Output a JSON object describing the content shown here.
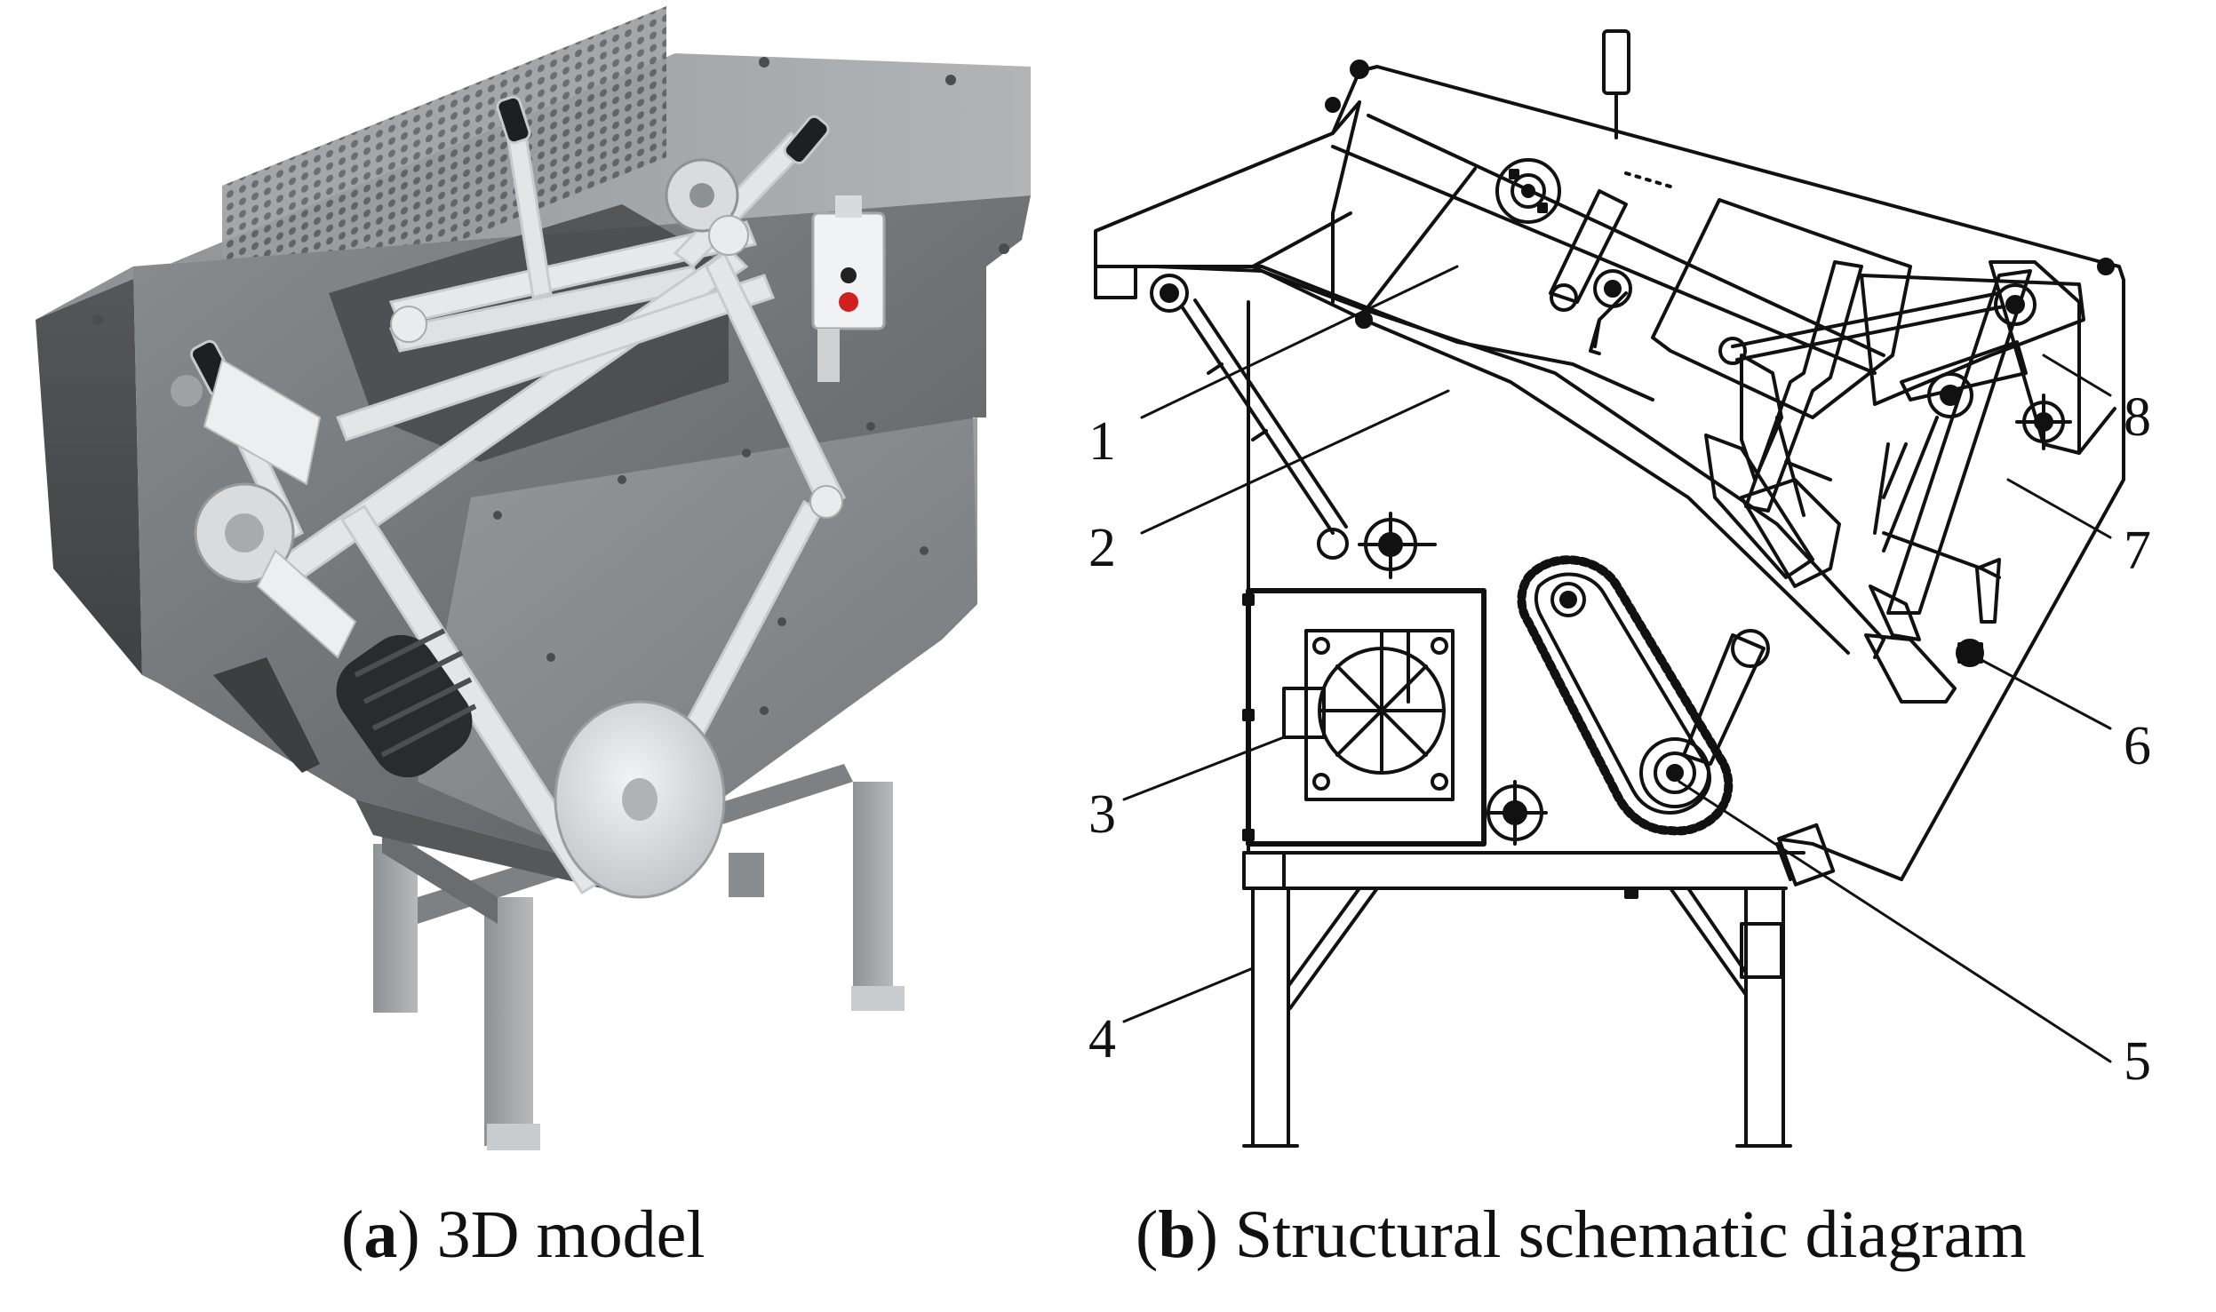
{
  "panel_a": {
    "caption_letter": "a",
    "caption_text": "3D model"
  },
  "panel_b": {
    "caption_letter": "b",
    "caption_text": "Structural schematic diagram",
    "callouts": [
      "1",
      "2",
      "3",
      "4",
      "5",
      "6",
      "7",
      "8"
    ]
  },
  "colors": {
    "steel_dark": "#5f6163",
    "steel_mid": "#7d8083",
    "steel_light": "#a7aaad",
    "linkage": "#e3e5e6",
    "line": "#111111"
  }
}
